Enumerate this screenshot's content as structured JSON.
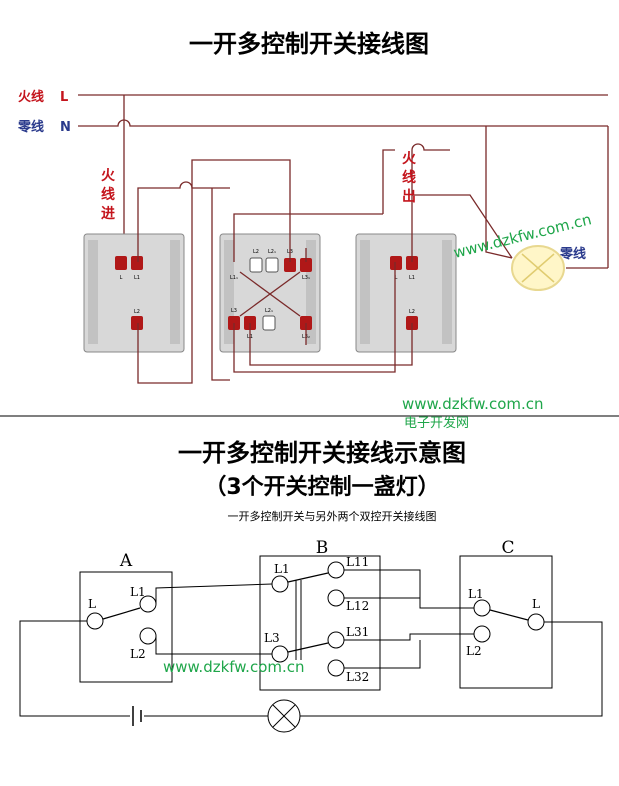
{
  "top": {
    "title": "一开多控制开关接线图",
    "live_label": "火线",
    "live_letter": "L",
    "neutral_label": "零线",
    "neutral_letter": "N",
    "live_in_label": [
      "火",
      "线",
      "进"
    ],
    "live_out_label": [
      "火",
      "线",
      "出"
    ],
    "lamp_neutral_label": "零线",
    "watermark": "www.dzkfw.com.cn",
    "switch1_terminals": [
      "L",
      "L1",
      "L2"
    ],
    "switch2_terminals": [
      "L2",
      "L2₁",
      "L3",
      "L1₁",
      "L3₁",
      "L2₁",
      "L1",
      "L3",
      "L3₂"
    ],
    "switch3_terminals": [
      "L",
      "L1",
      "L2"
    ]
  },
  "middle": {
    "watermark": "www.dzkfw.com.cn",
    "watermark_cn": "电子开发网"
  },
  "bottom": {
    "title": "一开多控制开关接线示意图",
    "subtitle": "（3个开关控制一盏灯）",
    "caption": "一开多控制开关与另外两个双控开关接线图",
    "switch_a": "A",
    "switch_b": "B",
    "switch_c": "C",
    "a_labels": [
      "L",
      "L1",
      "L2"
    ],
    "b_labels": [
      "L1",
      "L11",
      "L12",
      "L3",
      "L31",
      "L32"
    ],
    "c_labels": [
      "L1",
      "L",
      "L2"
    ],
    "watermark": "www.dzkfw.com.cn"
  },
  "colors": {
    "wire_top": "#7a2a2a",
    "terminal_red": "#b01818",
    "accent_red": "#c4141c",
    "accent_blue": "#2a3a8c",
    "watermark_green": "#1fa64a",
    "panel_gray": "#d8d8d8"
  }
}
